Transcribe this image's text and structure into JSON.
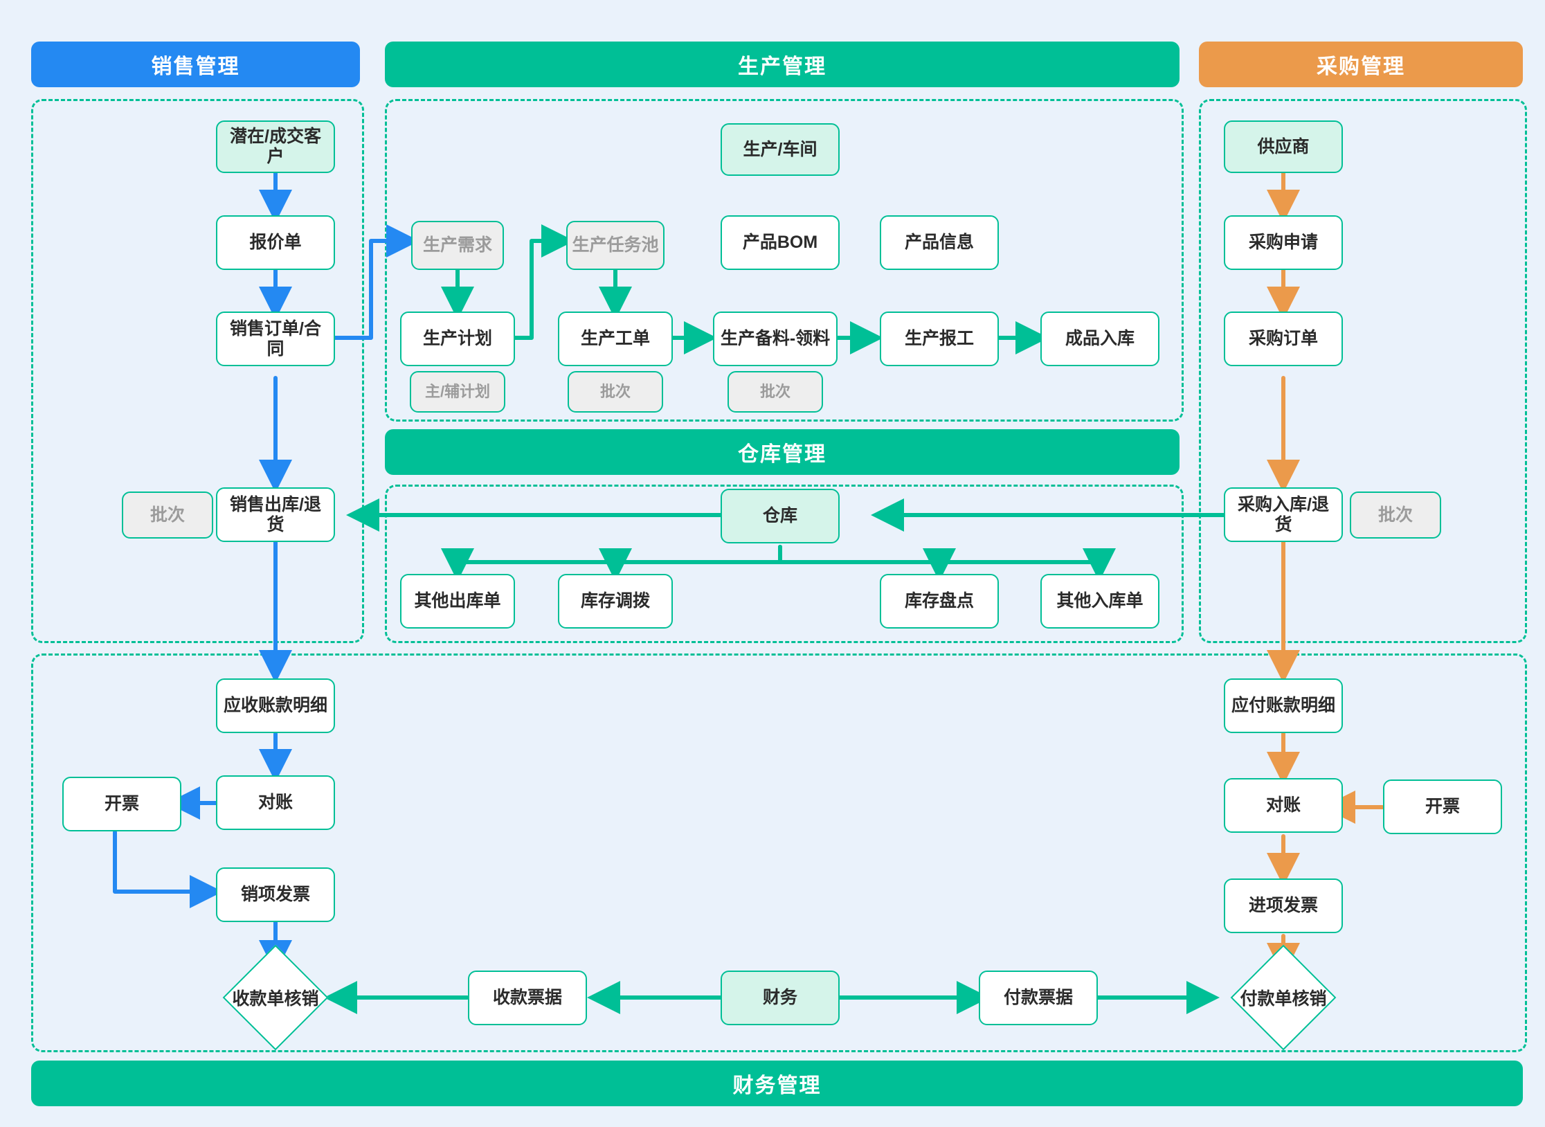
{
  "headers": {
    "sales": "销售管理",
    "production": "生产管理",
    "purchase": "采购管理",
    "warehouse": "仓库管理",
    "finance": "财务管理"
  },
  "colors": {
    "sales_accent": "#2489f2",
    "production_accent": "#00bf96",
    "purchase_accent": "#eb9a4b",
    "node_border": "#00bf96",
    "tint_fill": "#d5f4ea",
    "muted_fill": "#eeeeee",
    "muted_text": "#9b9b9b",
    "canvas": "#eaf2fb"
  },
  "sales": {
    "customer": "潜在/成交客户",
    "quotation": "报价单",
    "order": "销售订单/合同",
    "outbound": "销售出库/退货",
    "outbound_batch": "批次",
    "receivable_detail": "应收账款明细",
    "reconcile": "对账",
    "invoice_issue": "开票",
    "output_invoice": "销项发票",
    "receipt_writeoff": "收款单核销"
  },
  "production": {
    "workshop": "生产/车间",
    "demand": "生产需求",
    "task_pool": "生产任务池",
    "product_bom": "产品BOM",
    "product_info": "产品信息",
    "plan": "生产计划",
    "plan_tag": "主/辅计划",
    "work_order": "生产工单",
    "work_order_tag": "批次",
    "material_prep": "生产备料-领料",
    "material_prep_tag": "批次",
    "report_work": "生产报工",
    "finished_inbound": "成品入库"
  },
  "warehouse": {
    "store": "仓库",
    "other_outbound": "其他出库单",
    "transfer": "库存调拨",
    "stocktake": "库存盘点",
    "other_inbound": "其他入库单"
  },
  "purchase": {
    "supplier": "供应商",
    "requisition": "采购申请",
    "order": "采购订单",
    "inbound": "采购入库/退货",
    "inbound_batch": "批次",
    "payable_detail": "应付账款明细",
    "reconcile": "对账",
    "invoice_issue": "开票",
    "input_invoice": "进项发票",
    "payment_writeoff": "付款单核销"
  },
  "finance": {
    "center": "财务",
    "receipt_voucher": "收款票据",
    "payment_voucher": "付款票据"
  }
}
